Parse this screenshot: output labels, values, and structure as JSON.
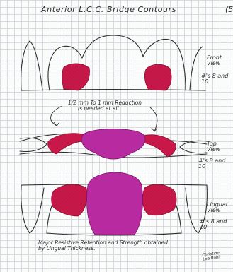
{
  "title": "Anterior L.C.C. Bridge Contours",
  "page_mark": "(5",
  "views": [
    {
      "label_lines": [
        "Front",
        "View"
      ],
      "teeth": "#'s 8 and 10"
    },
    {
      "label_lines": [
        "Top",
        "View"
      ],
      "teeth": "#'s 8 and 10"
    },
    {
      "label_lines": [
        "Lingual",
        "View"
      ],
      "teeth": "#'s 8 and 10"
    }
  ],
  "reduction_note": [
    "1/2 mm To 1 mm Reduction",
    "is needed at all"
  ],
  "bottom_note": [
    "Major Resistive Retention and Strength obtained",
    "by Lingual Thickness."
  ],
  "credit": [
    "Christine",
    "Lee Bohl"
  ],
  "colors": {
    "ink": "#2c2c2c",
    "crimson": "#c8184a",
    "magenta": "#b82aa0"
  }
}
